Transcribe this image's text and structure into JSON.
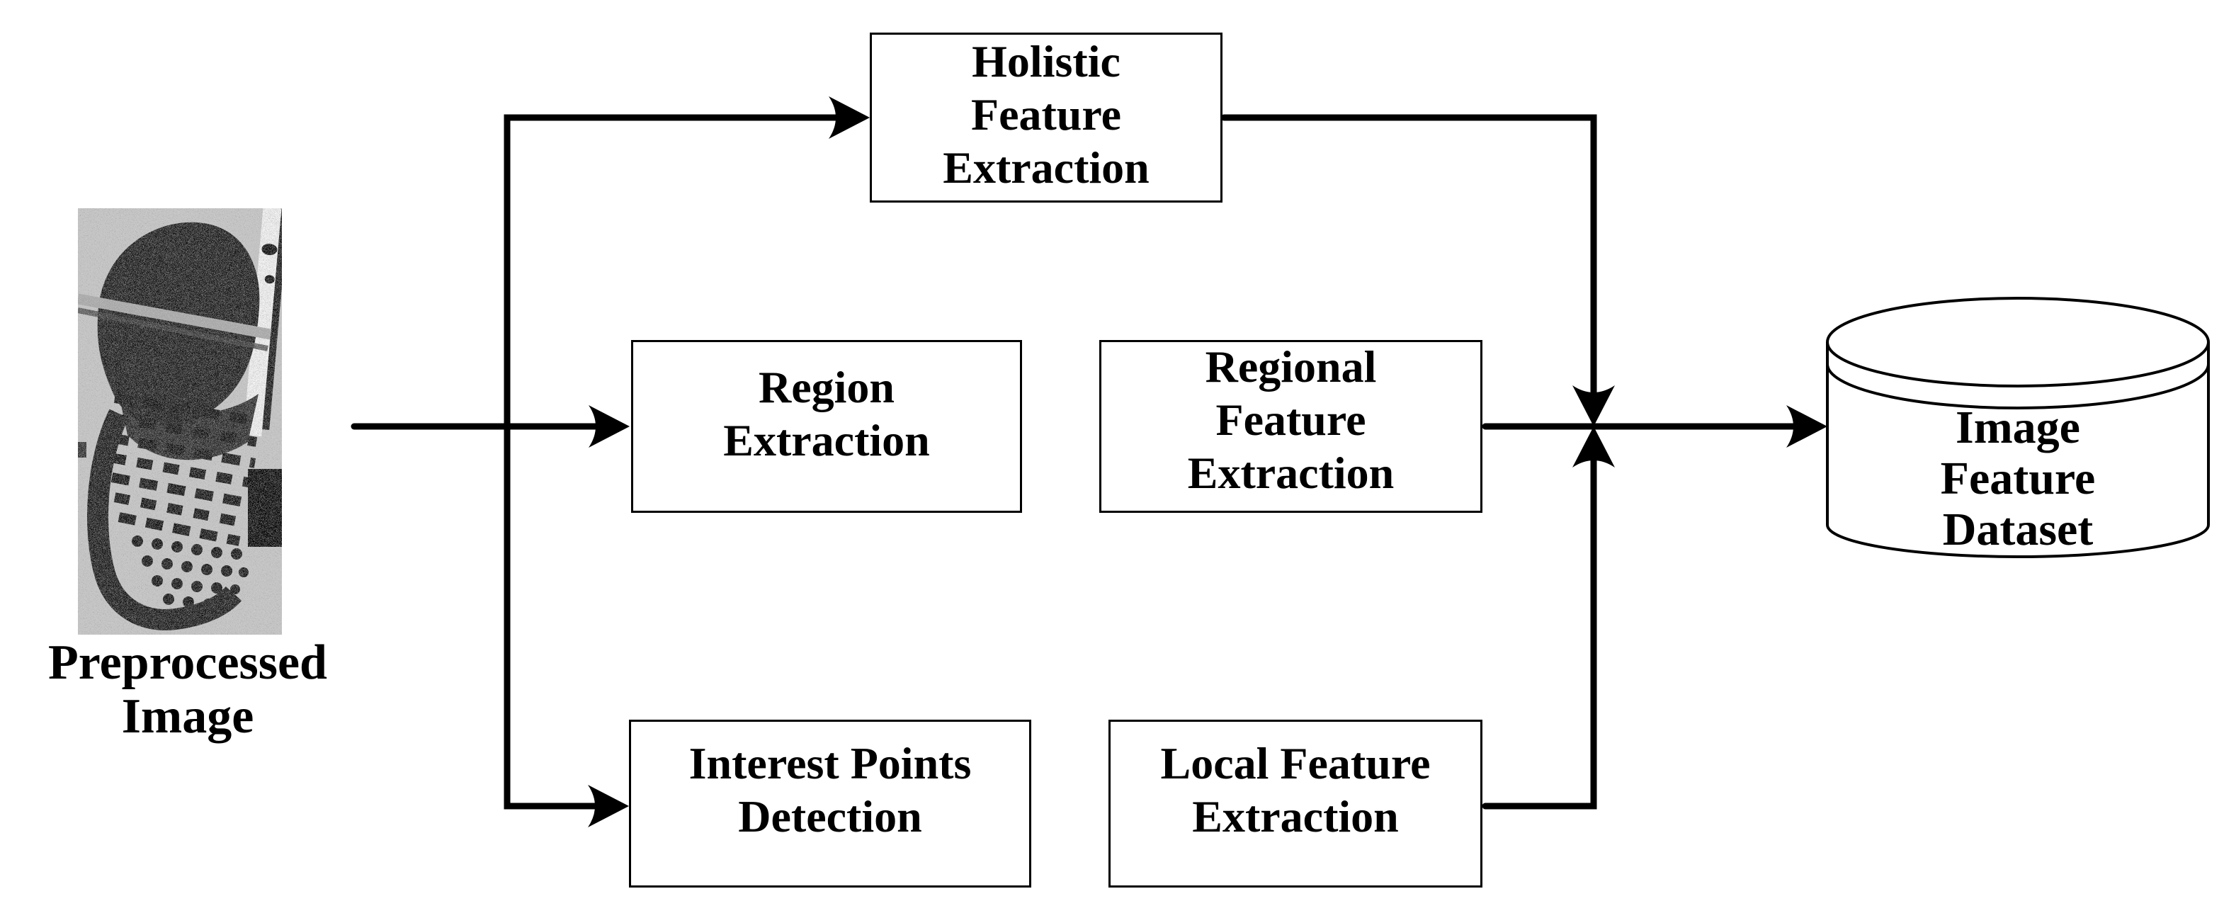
{
  "figure": {
    "colors": {
      "ink": "#000000",
      "paper": "#ffffff",
      "photo_gray": "#c6c6c6"
    },
    "input": {
      "label_line1": "Preprocessed",
      "label_line2": "Image"
    },
    "nodes": {
      "holistic": {
        "line1": "Holistic",
        "line2": "Feature",
        "line3": "Extraction"
      },
      "region": {
        "line1": "Region",
        "line2": "Extraction"
      },
      "regional": {
        "line1": "Regional",
        "line2": "Feature",
        "line3": "Extraction"
      },
      "interest": {
        "line1": "Interest Points",
        "line2": "Detection"
      },
      "local": {
        "line1": "Local Feature",
        "line2": "Extraction"
      }
    },
    "datastore": {
      "line1": "Image",
      "line2": "Feature",
      "line3": "Dataset"
    }
  }
}
